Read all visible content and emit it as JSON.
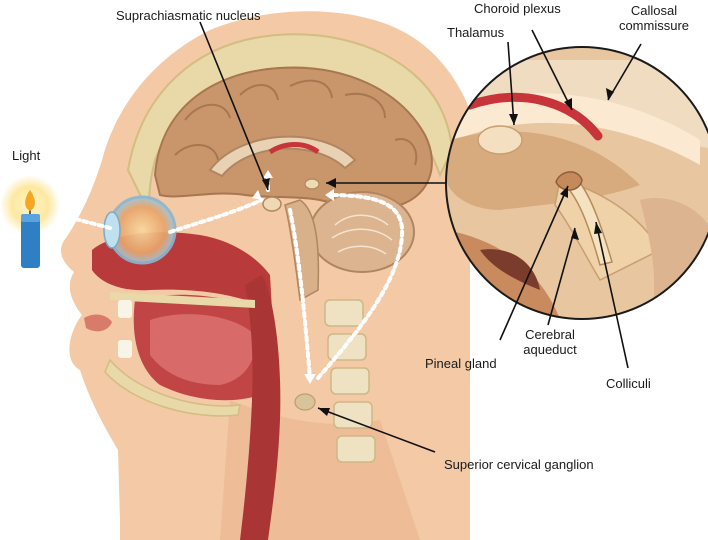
{
  "labels": {
    "suprachiasmatic": "Suprachiasmatic nucleus",
    "choroid": "Choroid plexus",
    "callosal_1": "Callosal",
    "callosal_2": "commissure",
    "thalamus": "Thalamus",
    "light": "Light",
    "pineal": "Pineal gland",
    "aqueduct_1": "Cerebral",
    "aqueduct_2": "aqueduct",
    "colliculi": "Colliculi",
    "ganglion": "Superior cervical ganglion"
  },
  "colors": {
    "skin": "#f3c9a6",
    "skull": "#e9d9a8",
    "brain": "#c9956b",
    "airway": "#b83a3a",
    "choroid": "#c7343a",
    "pathway": "#ffffff",
    "pointer": "#111111",
    "candle": "#2f7fc4",
    "flame": "#f5a623"
  }
}
